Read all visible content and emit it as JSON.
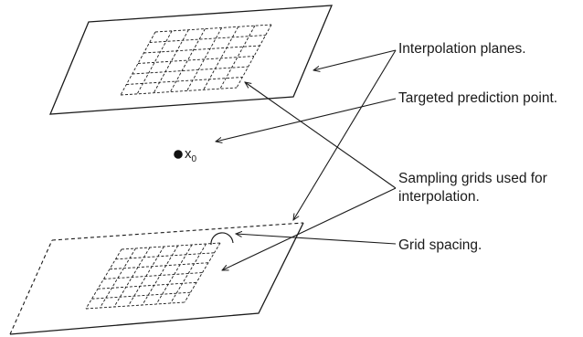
{
  "labels": {
    "planes": "Interpolation planes.",
    "target": "Targeted prediction  point.",
    "sampling_line1": "Sampling grids used for",
    "sampling_line2": "interpolation.",
    "spacing": "Grid spacing."
  },
  "point": {
    "symbol": "x",
    "subscript": "0"
  },
  "grids": {
    "columns": 7,
    "rows": 6
  },
  "colors": {
    "ink": "#1a1a1a",
    "background": "#ffffff"
  }
}
